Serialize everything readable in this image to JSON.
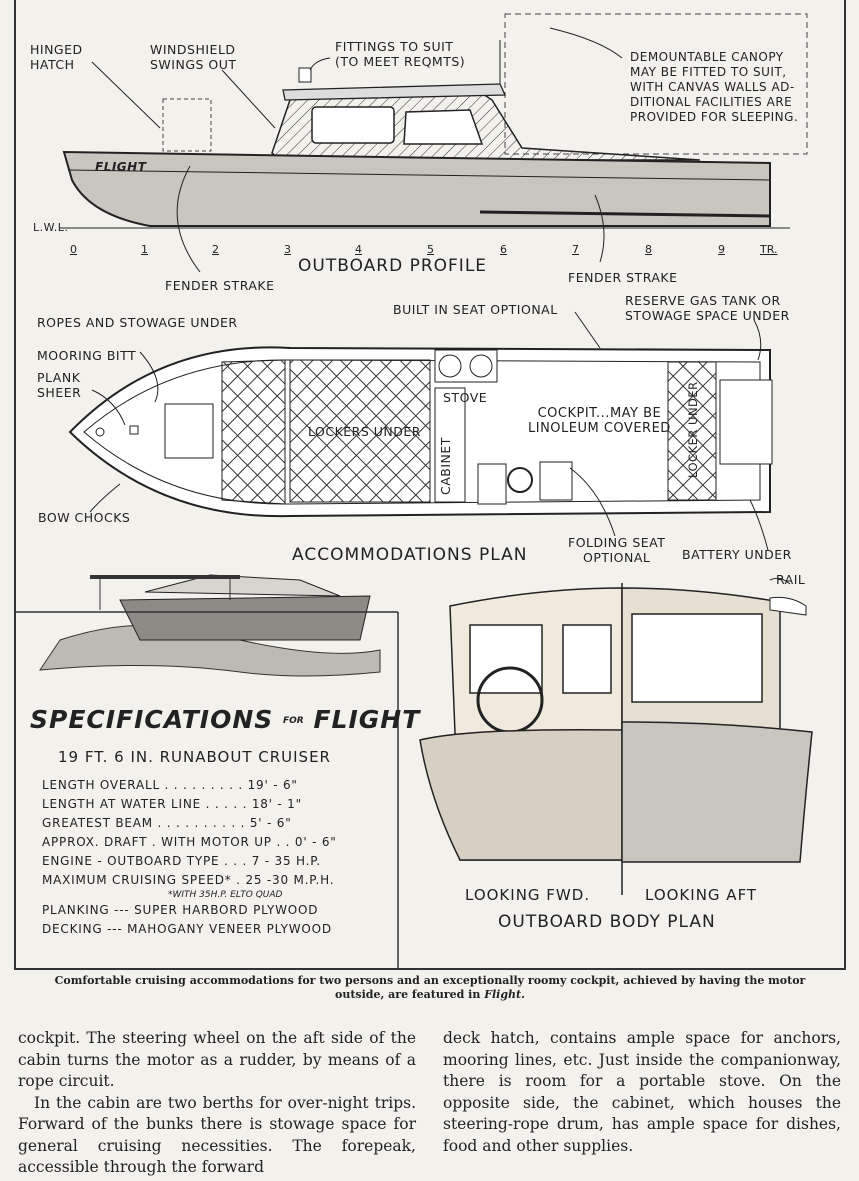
{
  "profile": {
    "title": "OUTBOARD PROFILE",
    "hull_name": "FLIGHT",
    "labels": {
      "hinged_hatch": "HINGED\nHATCH",
      "windshield": "WINDSHIELD\nSWINGS OUT",
      "fittings": "FITTINGS TO SUIT\n(TO MEET REQMTS)",
      "canopy": "DEMOUNTABLE CANOPY\nMAY BE FITTED TO SUIT,\nWITH CANVAS WALLS AD-\nDITIONAL FACILITIES ARE\nPROVIDED FOR SLEEPING.",
      "lwl": "L.W.L.",
      "fender_strake_fwd": "FENDER STRAKE",
      "fender_strake_aft": "FENDER STRAKE"
    },
    "stations": [
      "0",
      "1",
      "2",
      "3",
      "4",
      "5",
      "6",
      "7",
      "8",
      "9",
      "TR."
    ]
  },
  "plan": {
    "title": "ACCOMMODATIONS PLAN",
    "labels": {
      "ropes": "ROPES AND STOWAGE UNDER",
      "mooring_bitt": "MOORING BITT",
      "plank_sheer": "PLANK\nSHEER",
      "bow_chocks": "BOW CHOCKS",
      "built_in_seat": "BUILT IN SEAT OPTIONAL",
      "reserve_gas": "RESERVE GAS TANK OR\nSTOWAGE SPACE UNDER",
      "stove": "STOVE",
      "lockers_under": "LOCKERS UNDER",
      "cabinet": "CABINET",
      "cockpit": "COCKPIT...MAY BE\nLINOLEUM COVERED",
      "locker_under": "LOCKER UNDER",
      "folding_seat": "FOLDING SEAT\nOPTIONAL",
      "battery": "BATTERY UNDER"
    }
  },
  "body_plan": {
    "title": "OUTBOARD BODY PLAN",
    "rail": "RAIL",
    "looking_fwd": "LOOKING FWD.",
    "looking_aft": "LOOKING AFT"
  },
  "specs": {
    "heading": "SPECIFICATIONS",
    "for_word": "FOR",
    "boat": "FLIGHT",
    "subtitle": "19 FT. 6 IN. RUNABOUT CRUISER",
    "rows": [
      {
        "label": "LENGTH OVERALL . . . . . . . . .",
        "value": "19' - 6\""
      },
      {
        "label": "LENGTH AT WATER LINE . . . . .",
        "value": "18' - 1\""
      },
      {
        "label": "GREATEST BEAM . . . . . . . . . .",
        "value": "5' - 6\""
      },
      {
        "label": "APPROX. DRAFT . WITH MOTOR UP . .",
        "value": "0' - 6\""
      },
      {
        "label": "ENGINE - OUTBOARD TYPE . . .",
        "value": "7 - 35 H.P."
      },
      {
        "label": "MAXIMUM CRUISING SPEED* .",
        "value": "25 -30 M.P.H."
      }
    ],
    "note": "*WITH 35H.P. ELTO QUAD",
    "planking": "PLANKING --- SUPER HARBORD PLYWOOD",
    "decking": "DECKING --- MAHOGANY VENEER PLYWOOD"
  },
  "caption": {
    "text": "Comfortable cruising accommodations for two persons and an exceptionally roomy cockpit, achieved by having the motor outside, are featured in",
    "name": "Flight."
  },
  "body_text": {
    "col1_p1": "cockpit. The steering wheel on the aft side of the cabin turns the motor as a rudder, by means of a rope circuit.",
    "col1_p2": "In the cabin are two berths for over-night trips. Forward of the bunks there is stowage space for general cruising necessities. The forepeak, accessible through the forward",
    "col2_p1": "deck hatch, contains ample space for anchors, mooring lines, etc. Just inside the companionway, there is room for a portable stove. On the opposite side, the cabinet, which houses the steering-rope drum, has ample space for dishes, food and other supplies."
  },
  "colors": {
    "ink": "#222222",
    "paper": "#f3f1ec",
    "hull_shade": "#c9c6c0"
  }
}
